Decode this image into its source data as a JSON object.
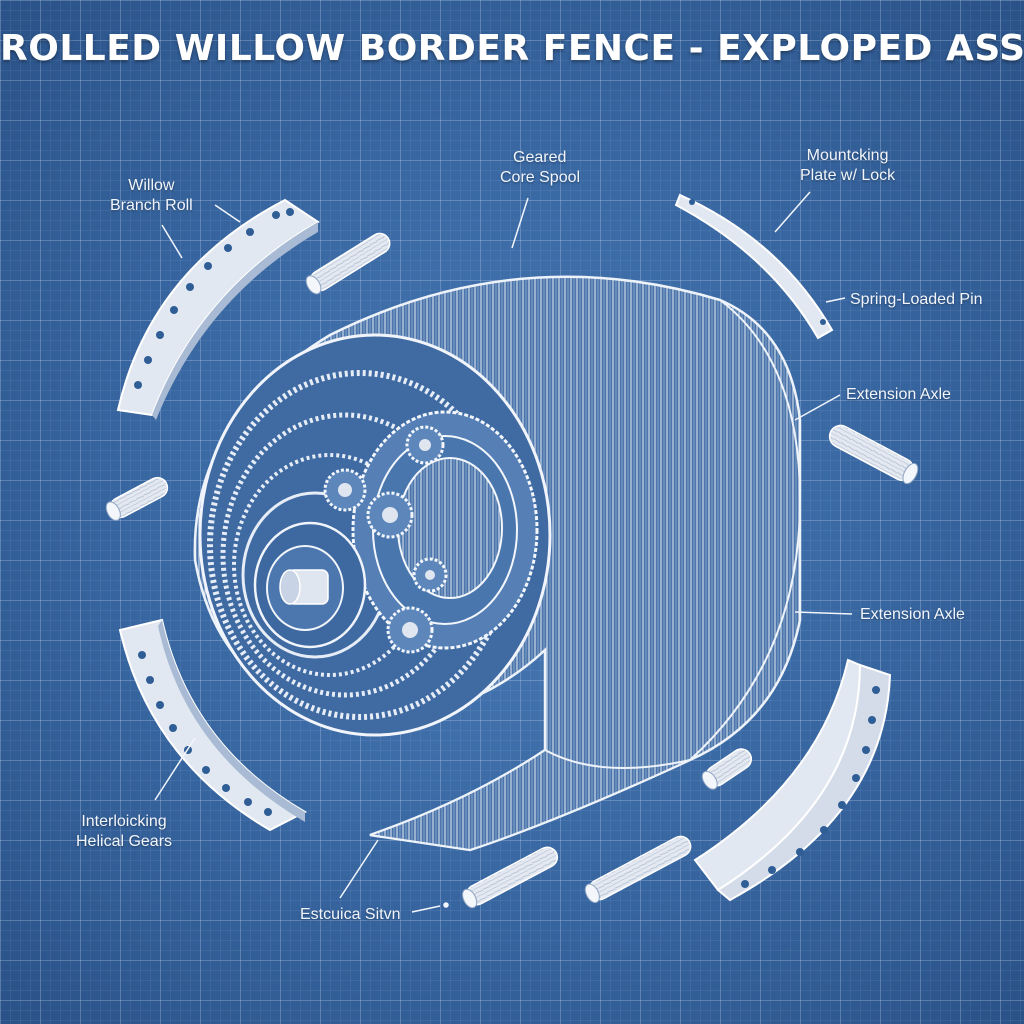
{
  "title": "ROLLED WILLOW BORDER FENCE - EXPLOPED ASSEMBLY",
  "labels": {
    "willow_branch_roll": [
      "Willow",
      "Branch Roll"
    ],
    "geared_core_spool": [
      "Geared",
      "Core Spool"
    ],
    "mounting_plate": [
      "Mountcking",
      "Plate w/ Lock"
    ],
    "spring_loaded_pin": "Spring-Loaded Pin",
    "extension_axle_upper": "Extension Axle",
    "extension_axle_lower": "Extension Axle",
    "interlocking_gears": [
      "Interloicking",
      "Helical Gears"
    ],
    "bottom_label": "Estcuica Sitvn"
  },
  "colors": {
    "background": "#3a69a4",
    "line": "#e8eef8",
    "part_fill": "#dfe6f0",
    "part_shadow": "#9fb3cf"
  }
}
